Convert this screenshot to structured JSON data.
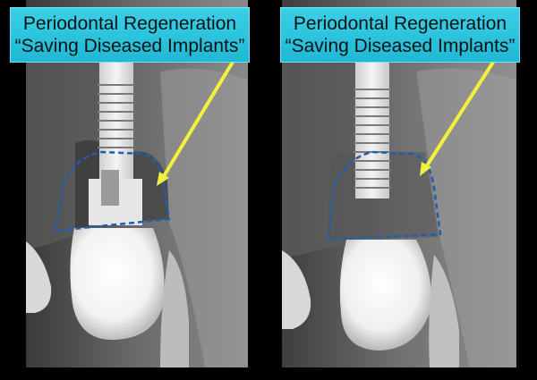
{
  "captions": {
    "left": {
      "line1": "Periodontal Regeneration",
      "line2": "“Saving Diseased Implants”"
    },
    "right": {
      "line1": "Periodontal Regeneration",
      "line2": "“Saving Diseased Implants”"
    }
  },
  "colors": {
    "caption_bg": "#22bcd6",
    "arrow": "#f2f23c",
    "defect_outline": "#1f5fb0",
    "background": "#000000"
  }
}
